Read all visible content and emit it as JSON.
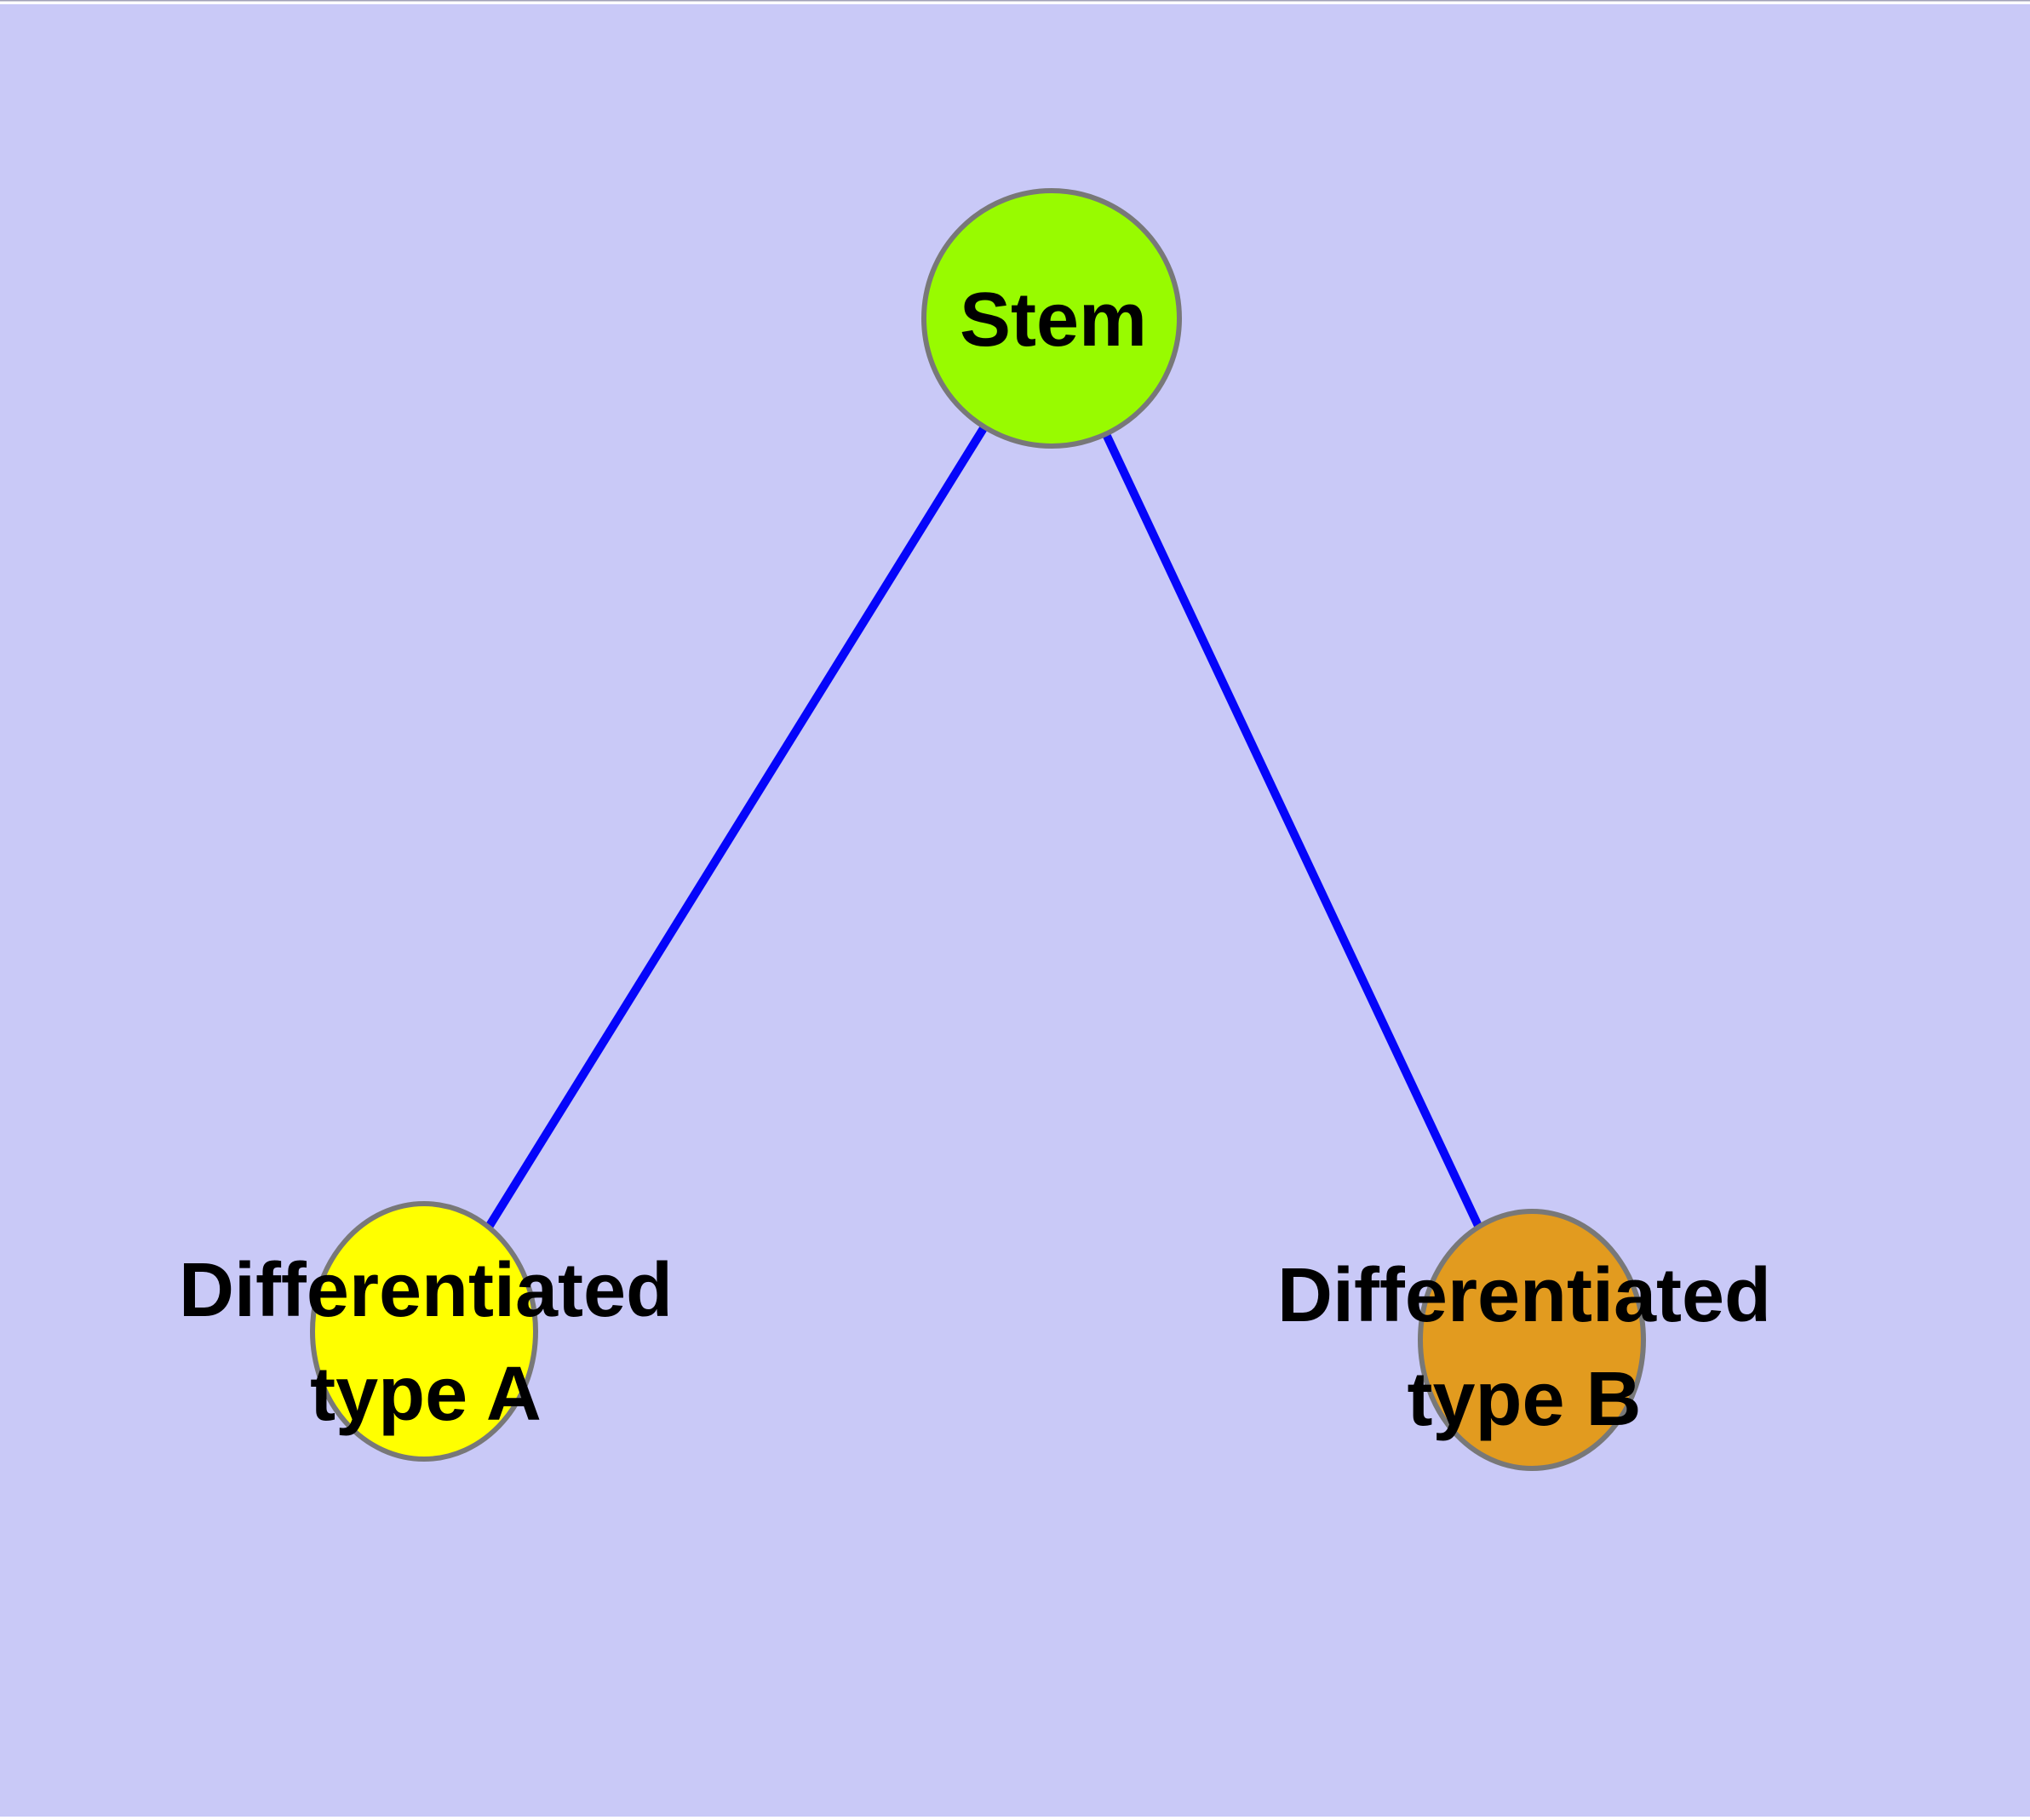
{
  "canvas": {
    "background": "#C9C9F7",
    "edge_strip_color": "#FFFFFF",
    "edge_strip_line_color": "#A2A2B8"
  },
  "diagram": {
    "type": "graph",
    "description": "Stem cell differentiation tree: one stem node with two differentiated child nodes",
    "nodes": {
      "stem": {
        "label": "Stem",
        "fill": "#98FB00",
        "border": "#787878"
      },
      "typeA": {
        "label_line1": "Differentiated",
        "label_line2": "type A",
        "fill": "#FFFF00",
        "border": "#787878"
      },
      "typeB": {
        "label_line1": "Differentiated",
        "label_line2": "type B",
        "fill": "#E29B1F",
        "border": "#787878"
      }
    },
    "edges": {
      "color": "#0505FA",
      "list": [
        {
          "from": "Stem",
          "to": "Differentiated type A"
        },
        {
          "from": "Stem",
          "to": "Differentiated type B"
        }
      ]
    }
  }
}
